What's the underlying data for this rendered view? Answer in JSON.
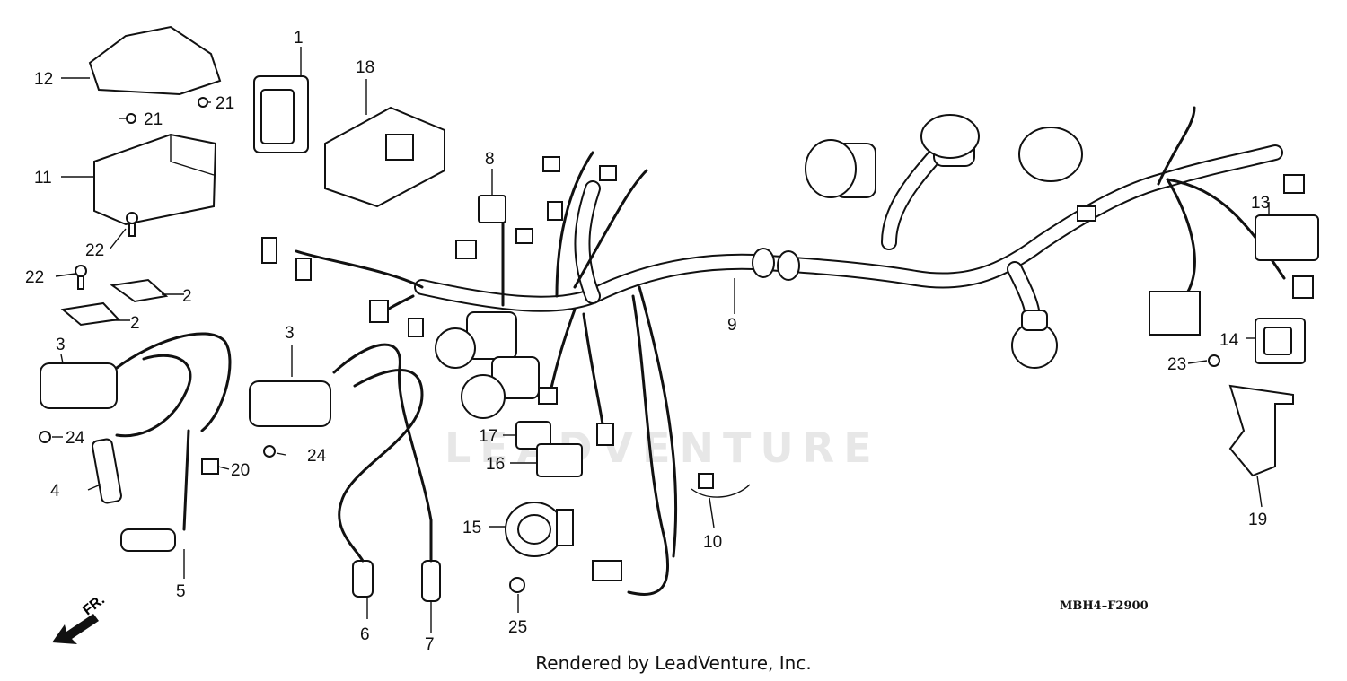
{
  "footer": "Rendered by LeadVenture, Inc.",
  "diagram_code": "MBH4–F2900",
  "direction_label": "FR.",
  "watermark": "LEADVENTURE",
  "callouts": {
    "c1": "1",
    "c2a": "2",
    "c2b": "2",
    "c3a": "3",
    "c3b": "3",
    "c4": "4",
    "c5": "5",
    "c6": "6",
    "c7": "7",
    "c8": "8",
    "c9": "9",
    "c10": "10",
    "c11": "11",
    "c12": "12",
    "c13": "13",
    "c14": "14",
    "c15": "15",
    "c16": "16",
    "c17": "17",
    "c18": "18",
    "c19": "19",
    "c20": "20",
    "c21a": "21",
    "c21b": "21",
    "c22a": "22",
    "c22b": "22",
    "c23": "23",
    "c24a": "24",
    "c24b": "24",
    "c25": "25"
  }
}
